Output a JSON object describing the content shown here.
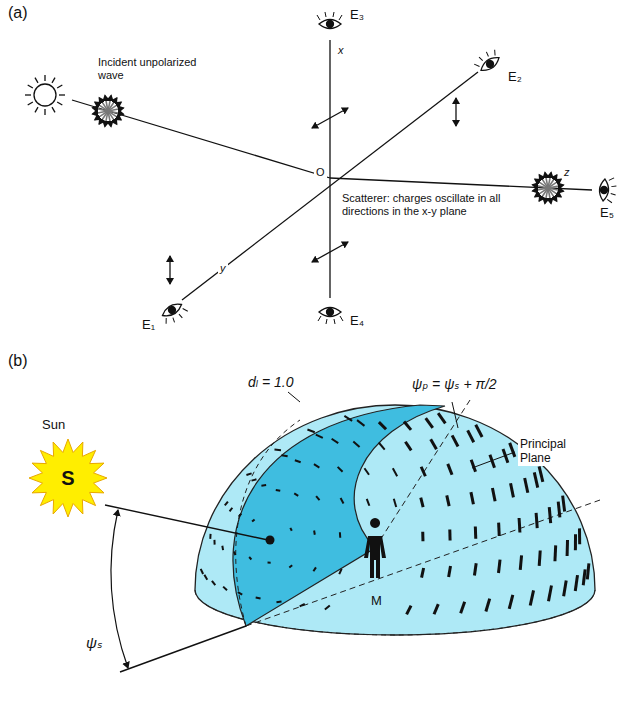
{
  "diagram": {
    "nodes": [
      {
        "text": [
          "S"
        ]
      }
    ],
    "labels": [
      "(a)",
      "E₃",
      "x",
      "Incident unpolarized wave",
      "E₂",
      "O",
      "Scatterer: charges oscillate in all directions in the x-y plane",
      "z",
      "E₅",
      "y",
      "E₁",
      "E₄",
      "(b)",
      "dₗ = 1.0",
      "ψₚ = ψₛ + π/2",
      "Principal Plane",
      "Sun",
      "M",
      "ψₛ"
    ]
  }
}
